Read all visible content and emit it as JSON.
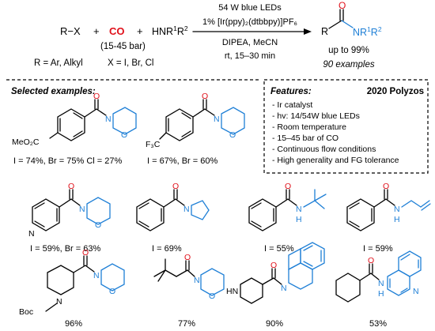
{
  "scheme": {
    "reactant_rx": "R−X",
    "plus1": "+",
    "co": "CO",
    "co_pressure": "(15-45 bar)",
    "plus2": "+",
    "amine_h": "H",
    "amine_n": "NR",
    "amine_sup1": "1",
    "amine_r2": "R",
    "amine_sup2": "2",
    "cond_top": "54 W blue LEDs",
    "cond_cat": "1% [Ir(ppy)₂(dtbbpy)]PF₆",
    "cond_base": "DIPEA, MeCN",
    "cond_time": "rt, 15–30 min",
    "product_r": "R",
    "product_o": "O",
    "product_n": "NR",
    "product_sup1": "1",
    "product_r2": "R",
    "product_sup2": "2",
    "yield": "up to 99%",
    "examples": "90 examples",
    "r_def": "R = Ar, Alkyl",
    "x_def": "X = I, Br, Cl"
  },
  "features": {
    "heading": "Features:",
    "year_author": "2020 Polyzos",
    "items": [
      "- Ir catalyst",
      "- hv: 14/54W blue LEDs",
      "- Room temperature",
      "- 15–45 bar of CO",
      "- Continuous flow conditions",
      "- High generality and FG tolerance"
    ]
  },
  "examples": {
    "heading": "Selected examples:",
    "atoms": {
      "o": "O",
      "n": "N",
      "nh": "H",
      "meo2c": "MeO₂C",
      "f3c": "F₃C",
      "boc": "Boc",
      "hn": "HN"
    },
    "yields": [
      "I = 74%, Br = 75%  Cl = 27%",
      "I = 67%, Br = 60%",
      "I = 59%, Br = 63%",
      "I = 69%",
      "I = 55%",
      "I = 59%",
      "96%",
      "77%",
      "90%",
      "53%"
    ]
  }
}
